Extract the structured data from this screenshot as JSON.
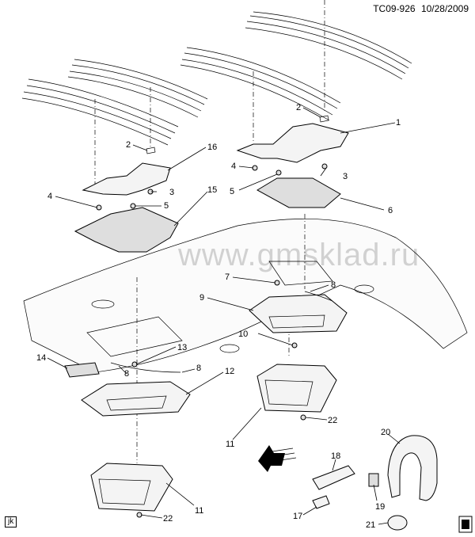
{
  "header": {
    "code": "TC09-926",
    "date": "10/28/2009"
  },
  "watermark": "www.gmsklad.ru",
  "corner_label": "jk",
  "callouts": {
    "c1": "1",
    "c2a": "2",
    "c2b": "2",
    "c3a": "3",
    "c3b": "3",
    "c4a": "4",
    "c4b": "4",
    "c5a": "5",
    "c5b": "5",
    "c6": "6",
    "c7": "7",
    "c8a": "8",
    "c8b": "8",
    "c8c": "8",
    "c9": "9",
    "c10": "10",
    "c11a": "11",
    "c11b": "11",
    "c12": "12",
    "c13": "13",
    "c14": "14",
    "c15": "15",
    "c16": "16",
    "c17": "17",
    "c18": "18",
    "c19": "19",
    "c20": "20",
    "c21": "21",
    "c22a": "22",
    "c22b": "22"
  },
  "icons": {
    "front_arrow": "front-arrow-icon",
    "logo": "manufacturer-logo-icon"
  }
}
